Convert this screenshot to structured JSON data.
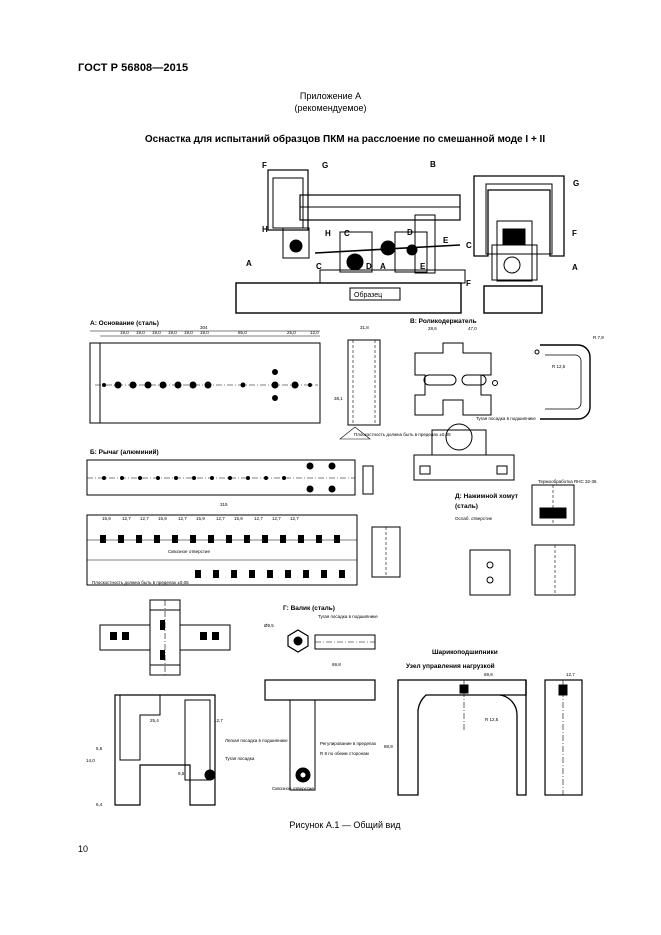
{
  "header": {
    "standard": "ГОСТ Р 56808—2015"
  },
  "appendix": {
    "line1": "Приложение А",
    "line2": "(рекомендуемое)"
  },
  "title": "Оснастка для испытаний образцов ПКМ на расслоение по смешанной моде I + II",
  "assembly": {
    "labels": [
      "F",
      "G",
      "B",
      "H",
      "C",
      "H",
      "D",
      "E",
      "A",
      "C",
      "D",
      "E",
      "A",
      "G",
      "C",
      "F",
      "F",
      "A"
    ],
    "specimen_label": "Образец"
  },
  "sections": {
    "a": "А: Основание (сталь)",
    "b": "Б: Рычаг (алюминий)",
    "v": "В: Роликодержатель",
    "g": "Г: Валик (сталь)",
    "d": "Д: Нажимной хомут",
    "d_material": "(сталь)",
    "load": "Узел управления нагрузкой",
    "bearing": "Шарикоподшипники",
    "thermo": "Термообработка RHC 32-36"
  },
  "notes": {
    "a_tol": "Плоскостность должна быть в пределах ±0,05",
    "b_tol": "Плоскостность должна быть в пределах ±0,05",
    "v_thread": "Тугая посадка в подшипнике",
    "cutout": "Сквозное отверстие",
    "g_shaft": "Тугая посадка в подшипнике",
    "g_bearing": "Легкая посадка в подшипнике",
    "g_rod": "Тугая посадка",
    "g_screw": "Сквозное отверстие",
    "load_a": "Регулирование в пределах",
    "load_b": "R 8 по обеим сторонам",
    "d_cut": "Ослаб. отверстие"
  },
  "dims": {
    "a_total": "304",
    "a_steps": [
      "19,0",
      "19,0",
      "19,0",
      "19,0",
      "19,0",
      "19,0",
      "85,0",
      "25,0",
      "12,0"
    ],
    "a_side": "31,8",
    "a_h": "38,1",
    "v_w": "28,6",
    "v_h": "47,0",
    "v_r": "R 7,9",
    "v_r2": "R 12,5",
    "b_total": "315",
    "b_steps": [
      "15,9",
      "12,7",
      "12,7",
      "15,9",
      "12,7",
      "15,9",
      "12,7",
      "15,9",
      "12,7",
      "12,7",
      "12,7"
    ],
    "g_l": "69,8",
    "g_d": "Ø9,5",
    "load_w": "69,8",
    "load_r": "R 12,5",
    "load_h": "88,9",
    "bar_w": "12,7",
    "small": [
      "6,4",
      "25,4",
      "12,7",
      "9,5",
      "5,6",
      "14,0"
    ]
  },
  "caption": "Рисунок А.1 — Общий вид",
  "page_number": "10"
}
